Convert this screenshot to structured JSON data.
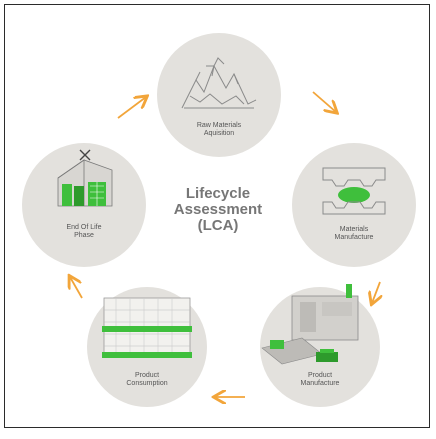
{
  "center": {
    "line1": "Lifecycle",
    "line2": "Assessment",
    "line3": "(LCA)"
  },
  "stages": [
    {
      "id": "raw",
      "line1": "Raw Materials",
      "line2": "Aquisition",
      "icon": "mountains-icon"
    },
    {
      "id": "materials",
      "line1": "Materials",
      "line2": "Manufacture",
      "icon": "press-mold-icon"
    },
    {
      "id": "product",
      "line1": "Product",
      "line2": "Manufacture",
      "icon": "factory-machine-icon"
    },
    {
      "id": "consumption",
      "line1": "Product",
      "line2": "Consumption",
      "icon": "pallet-stack-icon"
    },
    {
      "id": "eol",
      "line1": "End Of Life",
      "line2": "Phase",
      "icon": "warehouse-icon"
    }
  ],
  "colors": {
    "circle": "#e3e1dd",
    "arrow": "#f2a53a",
    "accent_green": "#3fbf3c",
    "line_art": "#8a8a8a"
  }
}
